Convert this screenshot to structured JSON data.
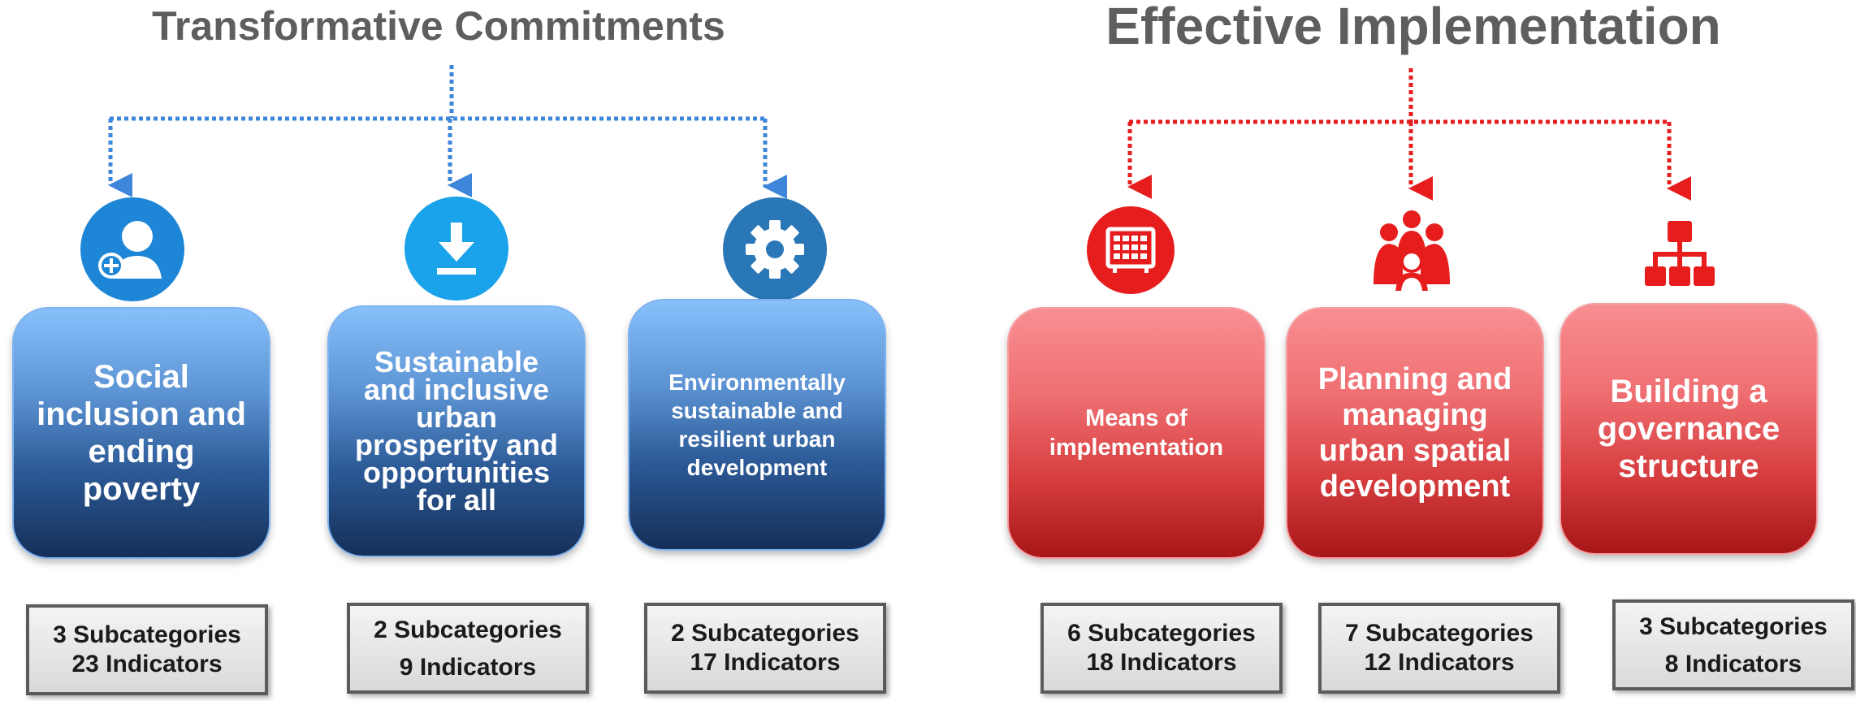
{
  "sections": {
    "left_title": "Transformative Commitments",
    "right_title": "Effective Implementation",
    "left_connector_color": "#3d86d9",
    "right_connector_color": "#e71d1d"
  },
  "items": [
    {
      "label": "Social inclusion and ending poverty",
      "line1": "3 Subcategories",
      "line2": "23 Indicators",
      "icon": "add-user-icon"
    },
    {
      "label": "Sustainable and inclusive urban prosperity and opportunities for all",
      "line1": "2 Subcategories",
      "line2": "9 Indicators",
      "icon": "download-icon"
    },
    {
      "label": "Environmentally sustainable and resilient urban development",
      "line1": "2 Subcategories",
      "line2": "17 Indicators",
      "icon": "gear-icon"
    },
    {
      "label": "Means of implementation",
      "line1": "6 Subcategories",
      "line2": "18 Indicators",
      "icon": "calendar-icon"
    },
    {
      "label": "Planning and managing urban spatial development",
      "line1": "7 Subcategories",
      "line2": "12 Indicators",
      "icon": "people-group-icon"
    },
    {
      "label": "Building a governance structure",
      "line1": "3 Subcategories",
      "line2": "8 Indicators",
      "icon": "org-chart-icon"
    }
  ]
}
